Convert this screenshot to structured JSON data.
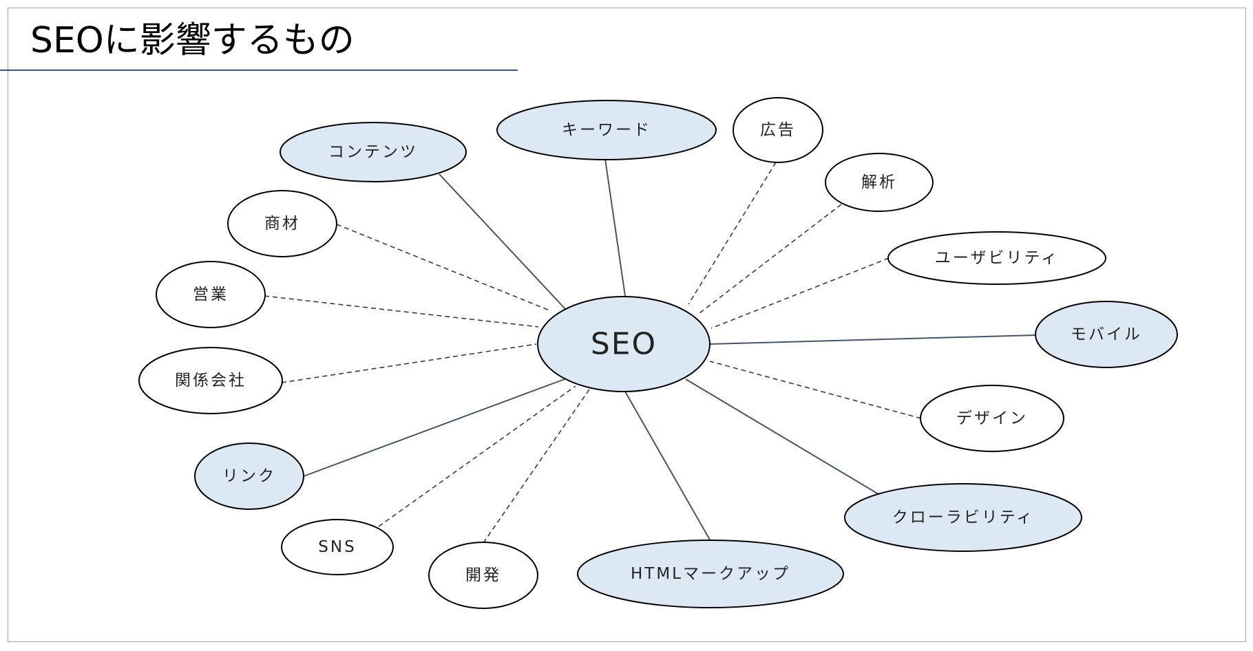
{
  "title": "SEOに影響するもの",
  "colors": {
    "filled": "#dde8f5",
    "outline": "#000000",
    "solid_line": "#44546a",
    "dashed_line": "#3a3a3a",
    "title_rule": "#2f5597"
  },
  "center": {
    "label": "SEO"
  },
  "nodes": [
    {
      "id": "contents",
      "label": "コンテンツ",
      "filled": true,
      "link": "solid"
    },
    {
      "id": "keyword",
      "label": "キーワード",
      "filled": true,
      "link": "solid"
    },
    {
      "id": "ad",
      "label": "広告",
      "filled": false,
      "link": "dashed"
    },
    {
      "id": "analysis",
      "label": "解析",
      "filled": false,
      "link": "dashed"
    },
    {
      "id": "usability",
      "label": "ユーザビリティ",
      "filled": false,
      "link": "dashed"
    },
    {
      "id": "mobile",
      "label": "モバイル",
      "filled": true,
      "link": "solid"
    },
    {
      "id": "design",
      "label": "デザイン",
      "filled": false,
      "link": "dashed"
    },
    {
      "id": "crawlability",
      "label": "クローラビリティ",
      "filled": true,
      "link": "solid"
    },
    {
      "id": "html",
      "label": "HTMLマークアップ",
      "filled": true,
      "link": "solid"
    },
    {
      "id": "dev",
      "label": "開発",
      "filled": false,
      "link": "dashed"
    },
    {
      "id": "sns",
      "label": "SNS",
      "filled": false,
      "link": "dashed"
    },
    {
      "id": "link",
      "label": "リンク",
      "filled": true,
      "link": "solid"
    },
    {
      "id": "affiliates",
      "label": "関係会社",
      "filled": false,
      "link": "dashed"
    },
    {
      "id": "sales",
      "label": "営業",
      "filled": false,
      "link": "dashed"
    },
    {
      "id": "products",
      "label": "商材",
      "filled": false,
      "link": "dashed"
    }
  ]
}
